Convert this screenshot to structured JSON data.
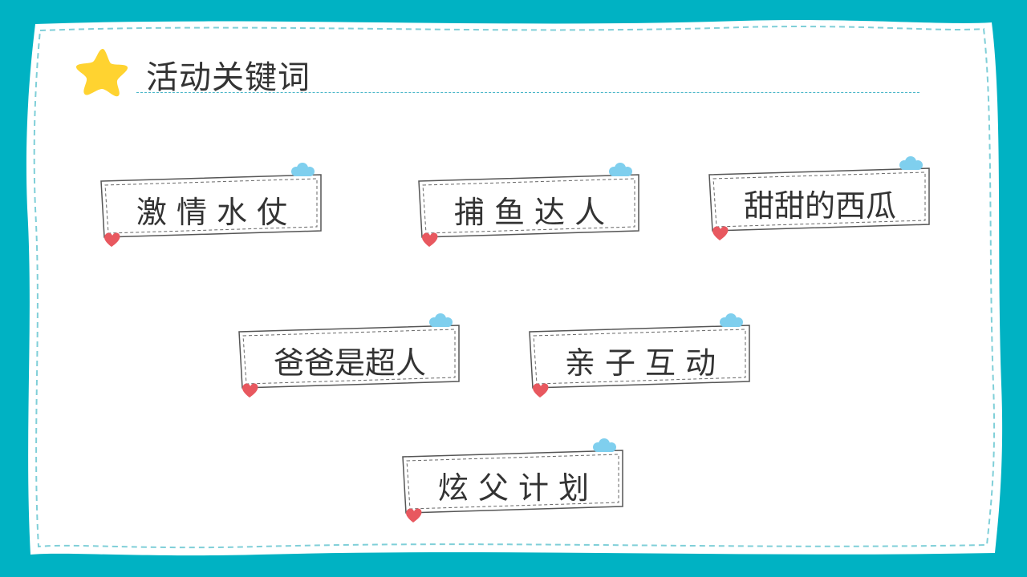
{
  "title": "活动关键词",
  "keywords": [
    {
      "label": "激 情 水 仗"
    },
    {
      "label": "捕 鱼 达 人"
    },
    {
      "label": "甜甜的西瓜"
    },
    {
      "label": "爸爸是超人"
    },
    {
      "label": "亲 子 互 动"
    },
    {
      "label": "炫 父 计 划"
    }
  ],
  "colors": {
    "background": "#00b2c3",
    "panel": "#ffffff",
    "star": "#ffd330",
    "cloud": "#7fcfee",
    "heart": "#e8585f",
    "text": "#333333"
  }
}
